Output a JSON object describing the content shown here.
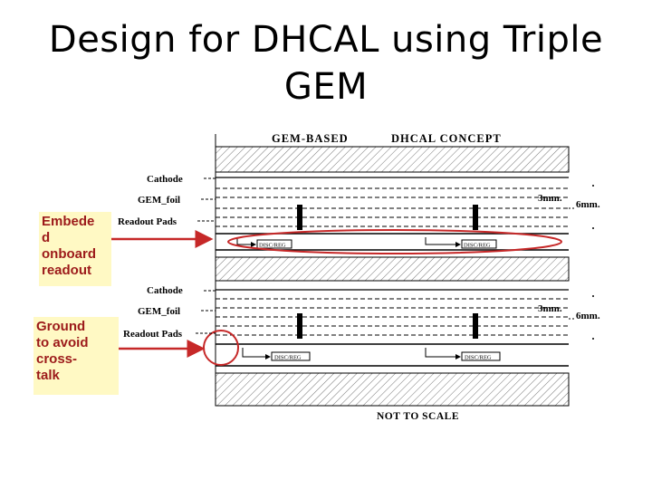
{
  "title": "Design for DHCAL using Triple\nGEM",
  "diagram": {
    "header_left": "GEM-BASED",
    "header_right": "DHCAL CONCEPT",
    "footer": "NOT TO SCALE",
    "labels": {
      "cathode": "Cathode",
      "gem_foil": "GEM_foil",
      "readout_pads": "Readout Pads",
      "dim_3mm": "3mm.",
      "dim_6mm": "6mm.",
      "chip": "DISC/REG"
    }
  },
  "callouts": [
    {
      "text": "Embede\nd\nonboard\nreadout"
    },
    {
      "text": "Ground\nto avoid\ncross-\ntalk"
    }
  ],
  "colors": {
    "accent": "#c62828",
    "callout_bg": "#fff9c4",
    "callout_text": "#9c1a1a"
  }
}
